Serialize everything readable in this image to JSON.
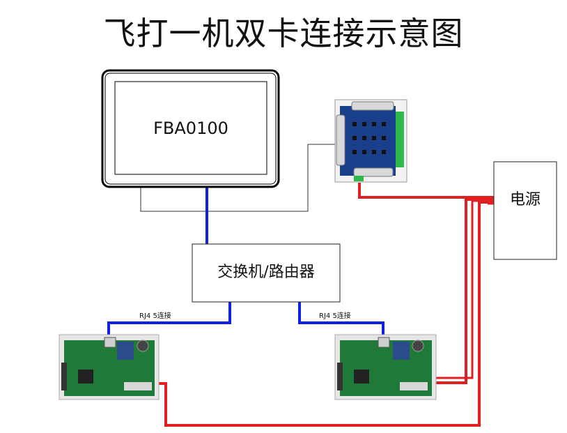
{
  "title": "飞打一机双卡连接示意图",
  "hmi": {
    "label": "FBA0100"
  },
  "switch": {
    "label": "交换机/路由器"
  },
  "power_supply": {
    "label": "电源"
  },
  "links": [
    {
      "label": "RJ4 5连接"
    },
    {
      "label": "RJ4 5连接"
    }
  ],
  "colors": {
    "ethernet": "#1020e0",
    "power": "#e02020",
    "signal": "#333333",
    "pcb_green": "#1f7a3a",
    "pcb_blue": "#1a3f8a",
    "terminal_green": "#2fb84b"
  }
}
